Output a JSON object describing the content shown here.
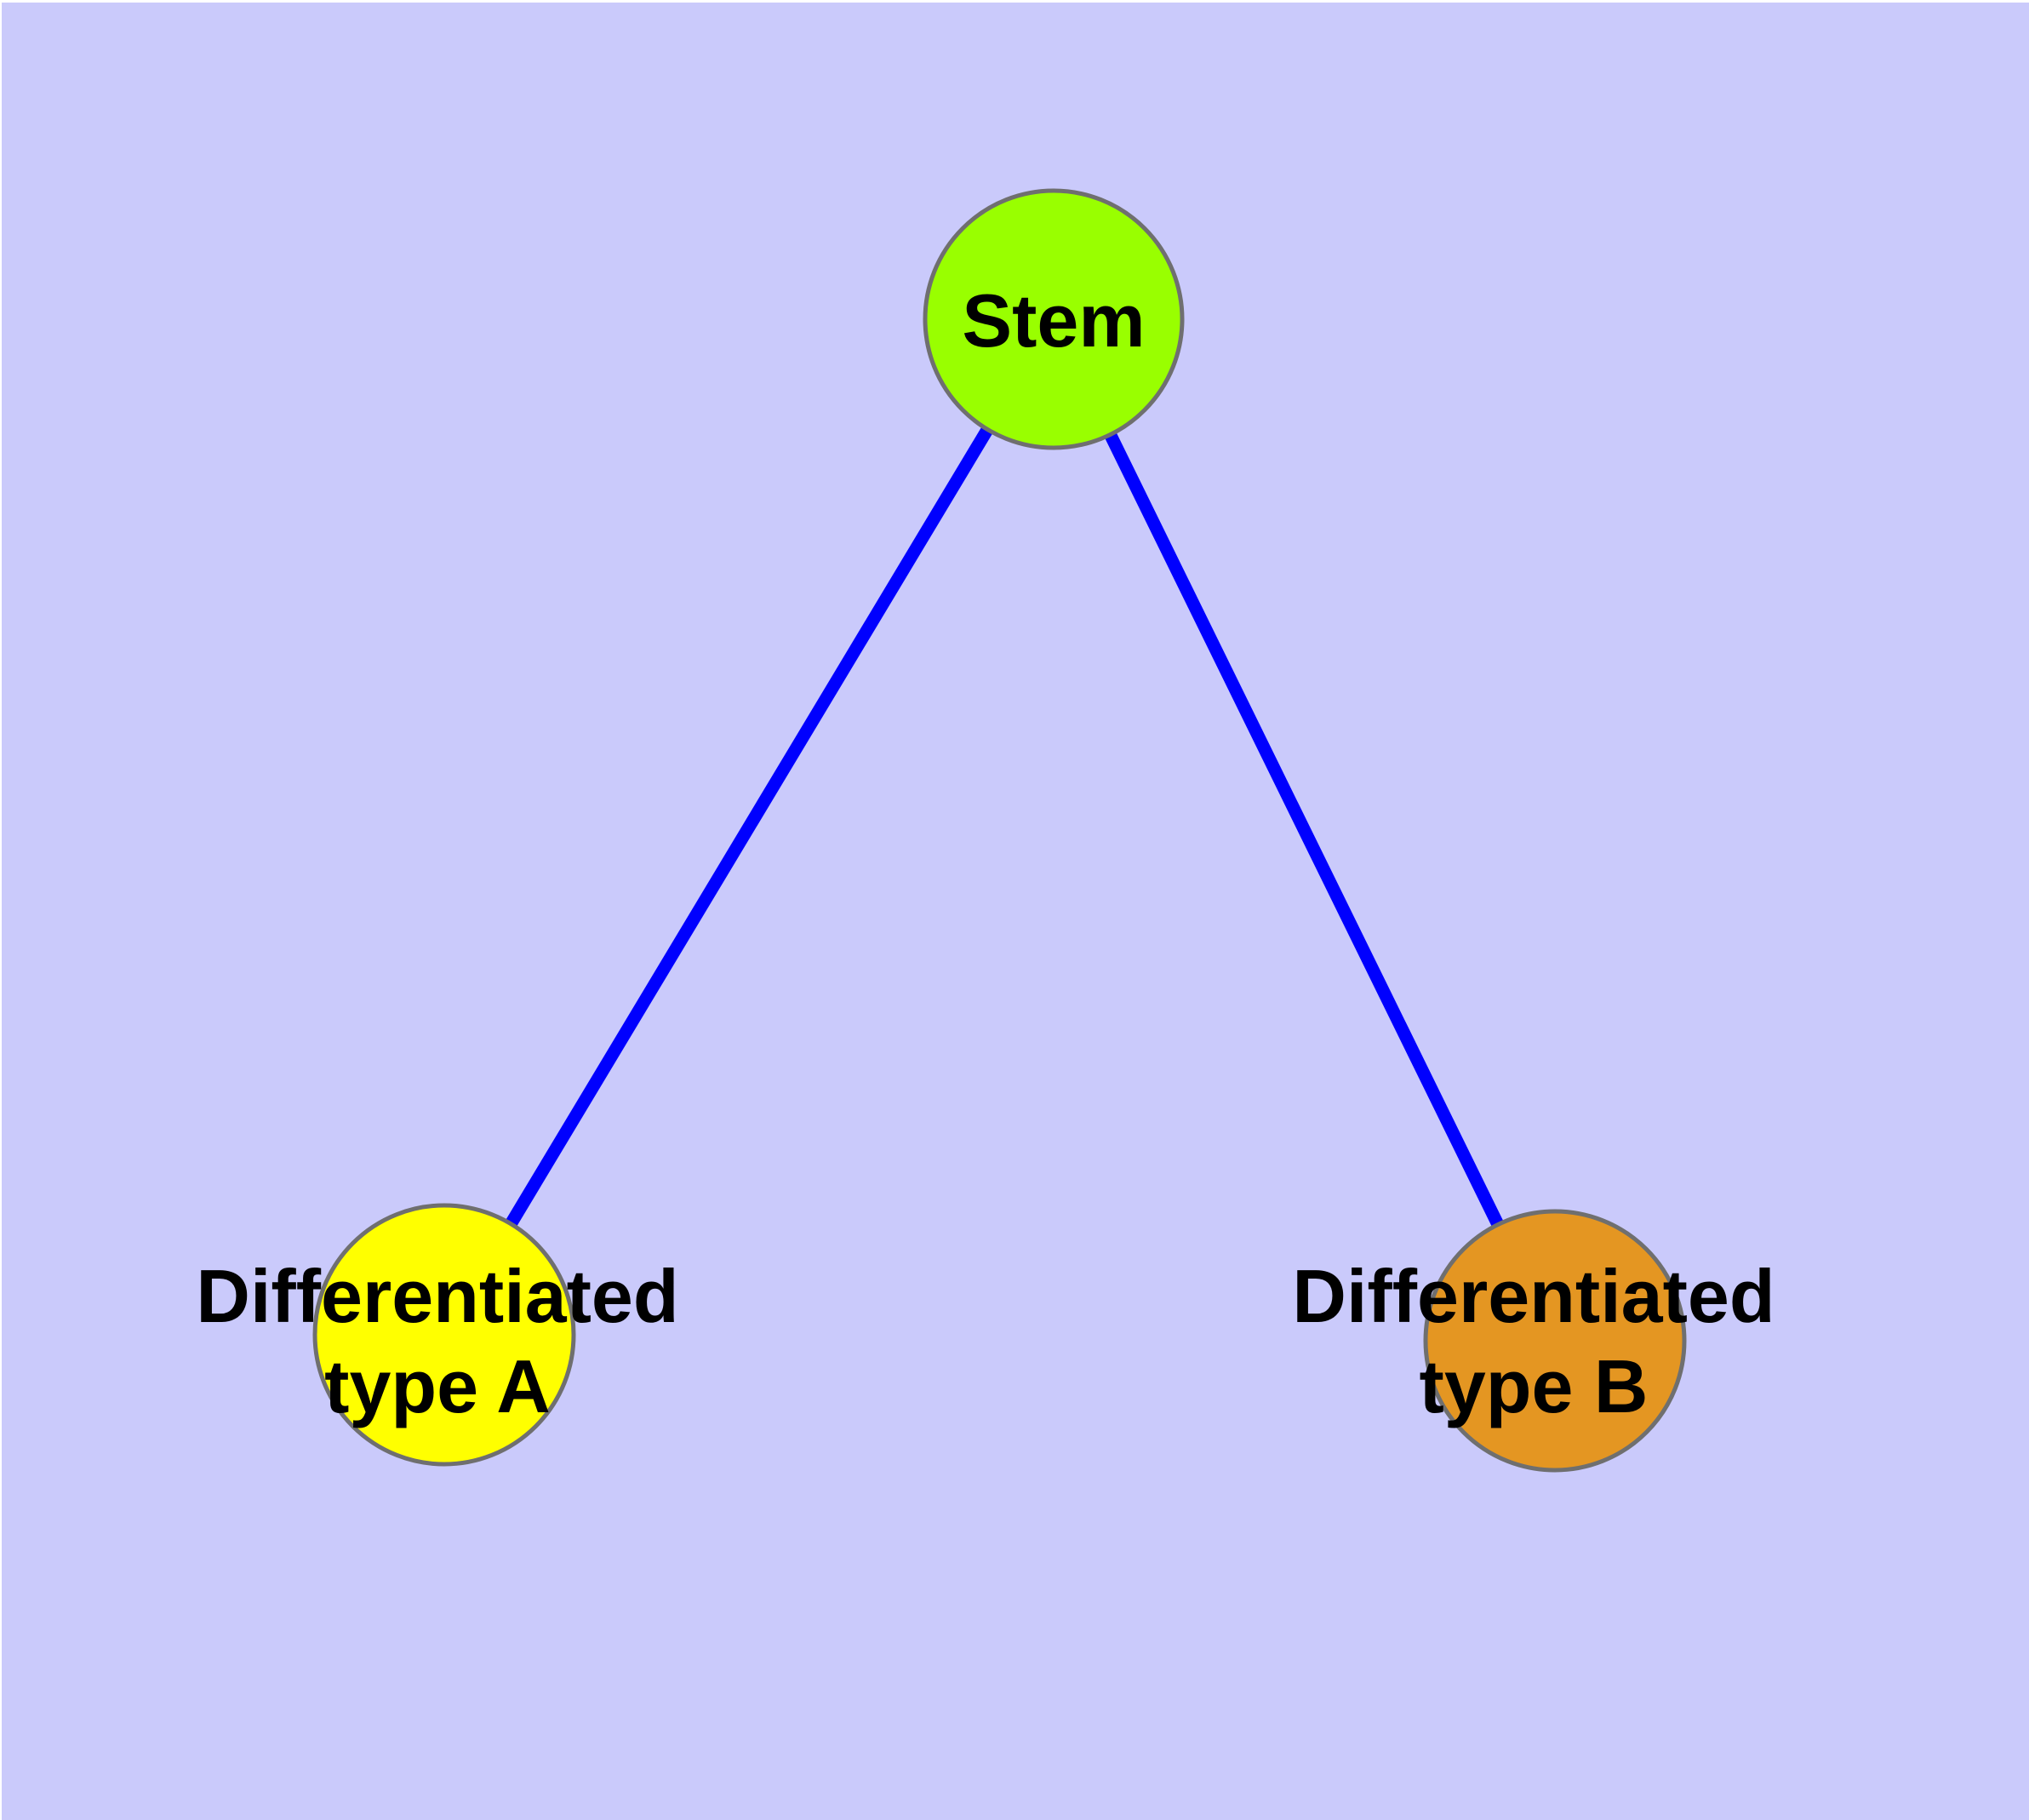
{
  "figure": {
    "type": "graph-diagram",
    "background_color": "#cacafb",
    "frame_color": "#ffffff",
    "edge_color": "#0000fe",
    "node_border_color": "#6f6f6f",
    "label_color": "#000000"
  },
  "nodes": [
    {
      "id": "stem",
      "label": "Stem",
      "fill": "#99ff00"
    },
    {
      "id": "type-a",
      "label": "Differentiated type A",
      "label_line1": "Differentiated",
      "label_line2": "type A",
      "fill": "#ffff00"
    },
    {
      "id": "type-b",
      "label": "Differentiated type B",
      "label_line1": "Differentiated",
      "label_line2": "type B",
      "fill": "#e49622"
    }
  ],
  "edges": [
    {
      "from": "stem",
      "to": "type-a",
      "color": "#0000fe"
    },
    {
      "from": "stem",
      "to": "type-b",
      "color": "#0000fe"
    }
  ]
}
